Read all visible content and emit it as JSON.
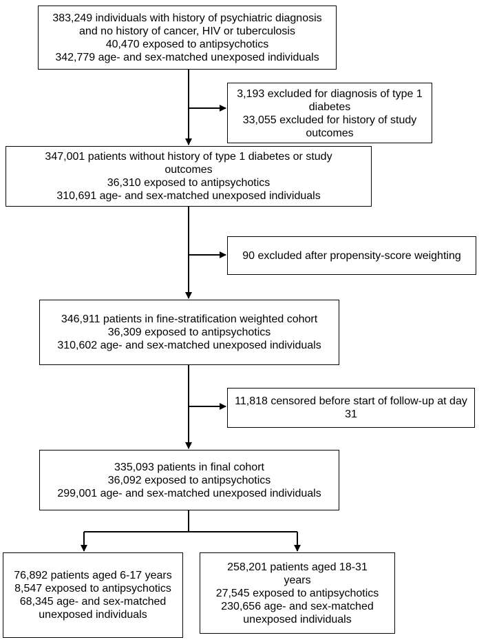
{
  "flowchart": {
    "nodes": {
      "initial": {
        "lines": [
          "383,249 individuals with history of psychiatric diagnosis",
          "and no history of cancer, HIV or tuberculosis",
          "40,470 exposed to antipsychotics",
          "342,779 age- and sex-matched unexposed individuals"
        ]
      },
      "exclusion1": {
        "lines": [
          "3,193 excluded for diagnosis of type 1",
          "diabetes",
          "33,055 excluded for history of study",
          "outcomes"
        ]
      },
      "after_exclusion1": {
        "lines": [
          "347,001 patients without history of type 1 diabetes or study",
          "outcomes",
          "36,310 exposed to antipsychotics",
          "310,691 age- and sex-matched unexposed individuals"
        ]
      },
      "exclusion2": {
        "lines": [
          "90 excluded after propensity-score weighting"
        ]
      },
      "weighted_cohort": {
        "lines": [
          "346,911 patients in fine-stratification weighted cohort",
          "36,309 exposed to antipsychotics",
          "310,602 age- and sex-matched unexposed individuals"
        ]
      },
      "exclusion3": {
        "lines": [
          "11,818 censored before start of follow-up at day",
          "31"
        ]
      },
      "final_cohort": {
        "lines": [
          "335,093 patients in final cohort",
          "36,092 exposed to antipsychotics",
          "299,001 age- and sex-matched unexposed individuals"
        ]
      },
      "young": {
        "lines": [
          "76,892 patients aged 6-17 years",
          "8,547 exposed to antipsychotics",
          "68,345 age- and sex-matched",
          "unexposed individuals"
        ]
      },
      "older": {
        "lines": [
          "258,201 patients aged 18-31",
          "years",
          "27,545 exposed to antipsychotics",
          "230,656 age- and sex-matched",
          "unexposed individuals"
        ]
      }
    }
  }
}
